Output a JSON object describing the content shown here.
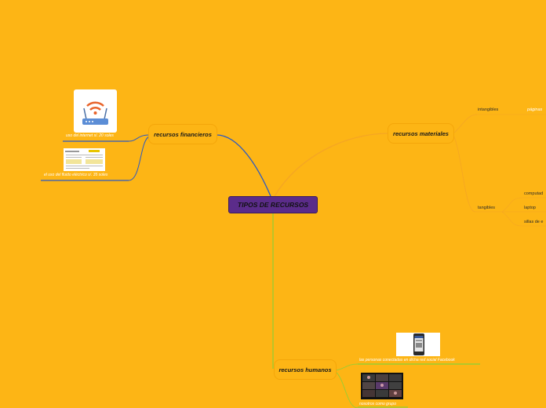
{
  "central": {
    "label": "TIPOS DE RECURSOS",
    "color": "#5B2C8A"
  },
  "branches": {
    "financieros": {
      "label": "recursos financieros",
      "items": [
        {
          "caption": "uso del internet s/. 20 soles",
          "image": "wifi-router"
        },
        {
          "caption": "el uso del fluido eléctrico s/. 35 soles",
          "image": "electric-bill"
        }
      ]
    },
    "materiales": {
      "label": "recursos materiales",
      "groups": [
        {
          "label": "intangibles",
          "items": [
            "páginas"
          ]
        },
        {
          "label": "tangibles",
          "items": [
            "computad",
            "laptop",
            "sillas de e"
          ]
        }
      ]
    },
    "humanos": {
      "label": "recursos humanos",
      "items": [
        {
          "caption": "las personas conectadas en dicha red social Facebook",
          "image": "phone-facebook"
        },
        {
          "caption": "nosotros como grupo",
          "image": "video-call"
        }
      ]
    }
  },
  "colors": {
    "background": "#FDB515",
    "financieros_link": "#2B59C3",
    "materiales_link": "#F5A623",
    "humanos_link": "#9ACD32"
  }
}
